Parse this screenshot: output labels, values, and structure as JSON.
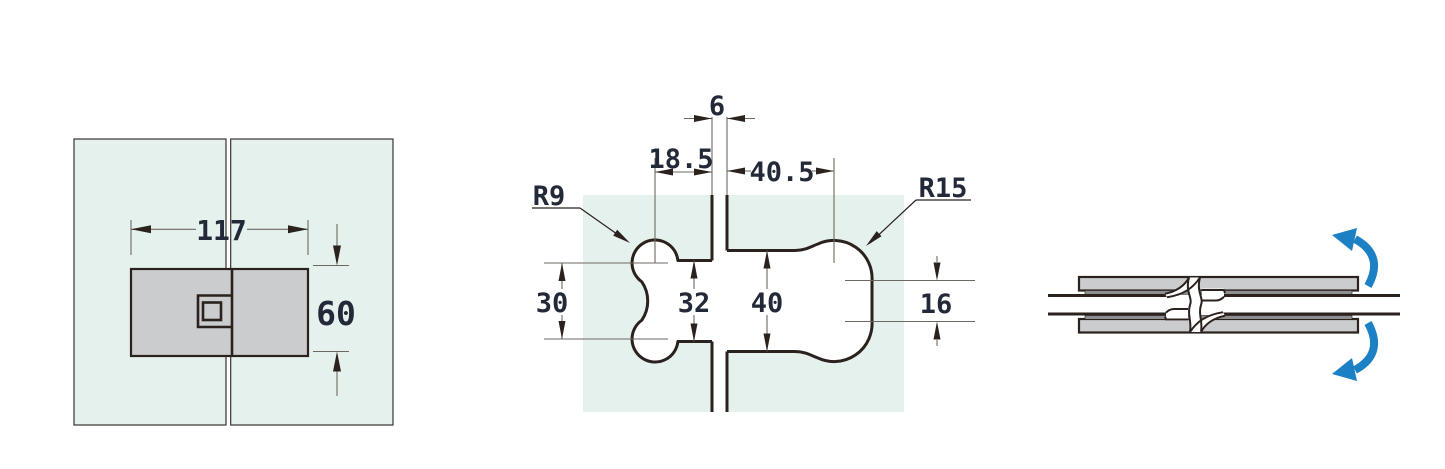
{
  "drawing": {
    "front_view": {
      "width_dim": "117",
      "height_dim": "60"
    },
    "cutout_view": {
      "gap_dim": "6",
      "left_offset_dim": "18.5",
      "right_offset_dim": "40.5",
      "left_radius_label": "R9",
      "right_radius_label": "R15",
      "lobe_pitch_dim": "30",
      "left_opening_dim": "32",
      "right_opening_dim": "40",
      "right_flat_dim": "16"
    }
  },
  "colors": {
    "glass": "#e5f1ec",
    "metal": "#cbccce",
    "gasket": "#8e8e90",
    "line": "#2b211d",
    "dim_line": "#6e6862",
    "ink": "#232938",
    "arrow_blue": "#1b80c4",
    "background": "#ffffff"
  }
}
